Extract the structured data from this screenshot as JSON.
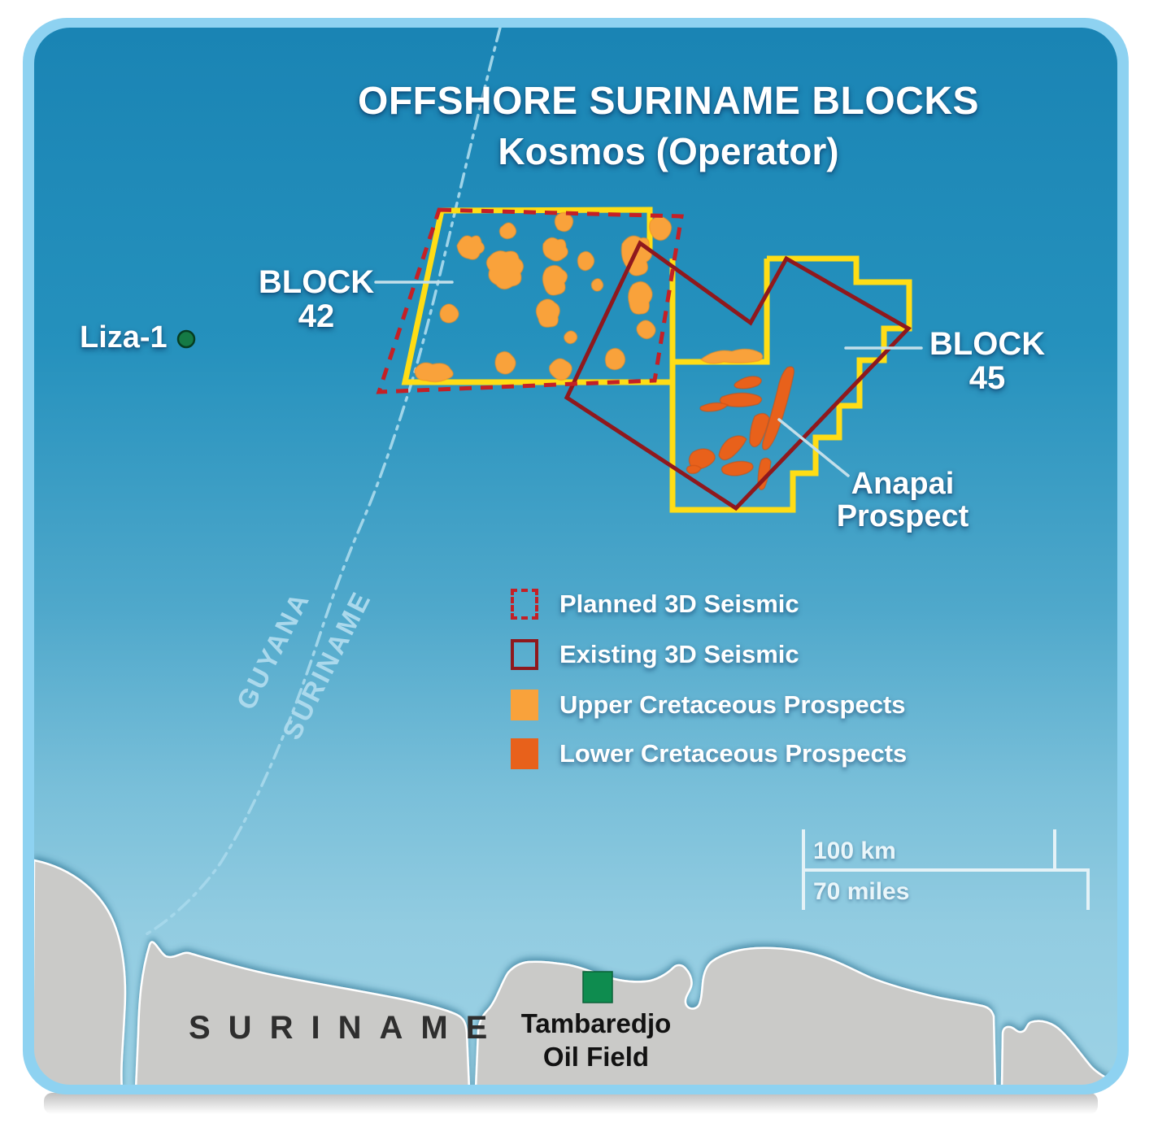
{
  "title": {
    "line1": "OFFSHORE SURINAME BLOCKS",
    "line2": "Kosmos (Operator)"
  },
  "map_labels": {
    "block42_line1": "BLOCK",
    "block42_line2": "42",
    "block45_line1": "BLOCK",
    "block45_line2": "45",
    "liza_well": "Liza-1",
    "anapai_line1": "Anapai",
    "anapai_line2": "Prospect",
    "boundary_left_country": "GUYANA",
    "boundary_right_country": "SURINAME",
    "country_name": "SURINAME",
    "oilfield_line1": "Tambaredjo",
    "oilfield_line2": "Oil Field"
  },
  "legend": {
    "items": [
      {
        "label": "Planned 3D Seismic",
        "swatch": "dashed-red-outline"
      },
      {
        "label": "Existing 3D Seismic",
        "swatch": "solid-red-outline"
      },
      {
        "label": "Upper Cretaceous Prospects",
        "swatch": "orange-fill"
      },
      {
        "label": "Lower Cretaceous Prospects",
        "swatch": "dark-orange-fill"
      }
    ]
  },
  "scale_bar": {
    "km": "100 km",
    "miles": "70 miles"
  },
  "colors": {
    "sea_top": "#1A84B4",
    "sea_bottom": "#9CD2E5",
    "frame": "#8ED2F1",
    "land": "#CACAC8",
    "block_outline_yellow": "#FFDD15",
    "planned_seismic_red": "#C42026",
    "existing_seismic_red": "#8F181D",
    "upper_cretaceous_orange": "#F9A23B",
    "lower_cretaceous_orange": "#E8611B",
    "boundary_line_blue": "#A6D8EB",
    "well_marker_green": "#157A45",
    "oilfield_marker_green": "#0E8C4F"
  }
}
